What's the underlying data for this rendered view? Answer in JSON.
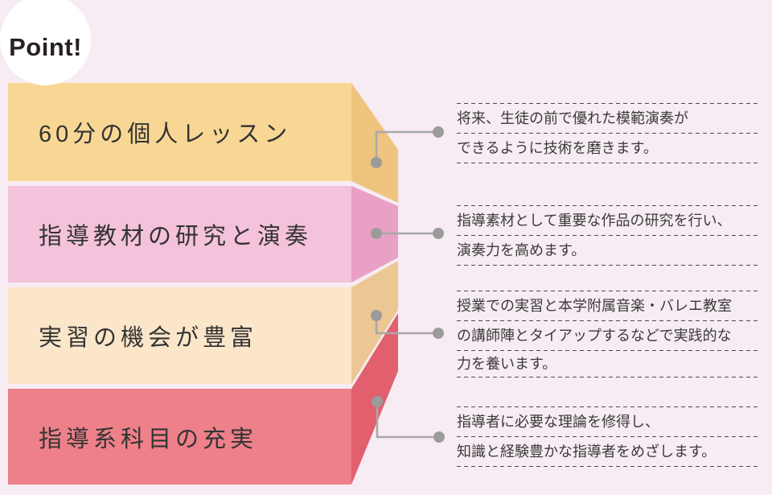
{
  "badge": {
    "label": "Point!"
  },
  "bars": [
    {
      "label": "60分の個人レッスン",
      "front_color": "#f8d795",
      "side_color": "#eec47f"
    },
    {
      "label": "指導教材の研究と演奏",
      "front_color": "#f4c2da",
      "side_color": "#e9a0c5"
    },
    {
      "label": "実習の機会が豊富",
      "front_color": "#fbe6ca",
      "side_color": "#ecc793"
    },
    {
      "label": "指導系科目の充実",
      "front_color": "#ed8089",
      "side_color": "#e2606e"
    }
  ],
  "descriptions": [
    {
      "lines": [
        "将来、生徒の前で優れた模範演奏が",
        "できるように技術を磨きます。"
      ]
    },
    {
      "lines": [
        "指導素材として重要な作品の研究を行い、",
        "演奏力を高めます。"
      ]
    },
    {
      "lines": [
        "授業での実習と本学附属音楽・バレエ教室",
        "の講師陣とタイアップするなどで実践的な",
        "力を養います。"
      ]
    },
    {
      "lines": [
        "指導者に必要な理論を修得し、",
        "知識と経験豊かな指導者をめざします。"
      ]
    }
  ],
  "colors": {
    "background": "#f7ecf3",
    "connector_line": "#a8a8a8",
    "connector_dot": "#9b9b9b",
    "dash_line": "#4a4a4a",
    "description_text": "#3a3a3a",
    "bar_label_text": "#333333",
    "badge_background": "#ffffff",
    "badge_text": "#272120"
  }
}
